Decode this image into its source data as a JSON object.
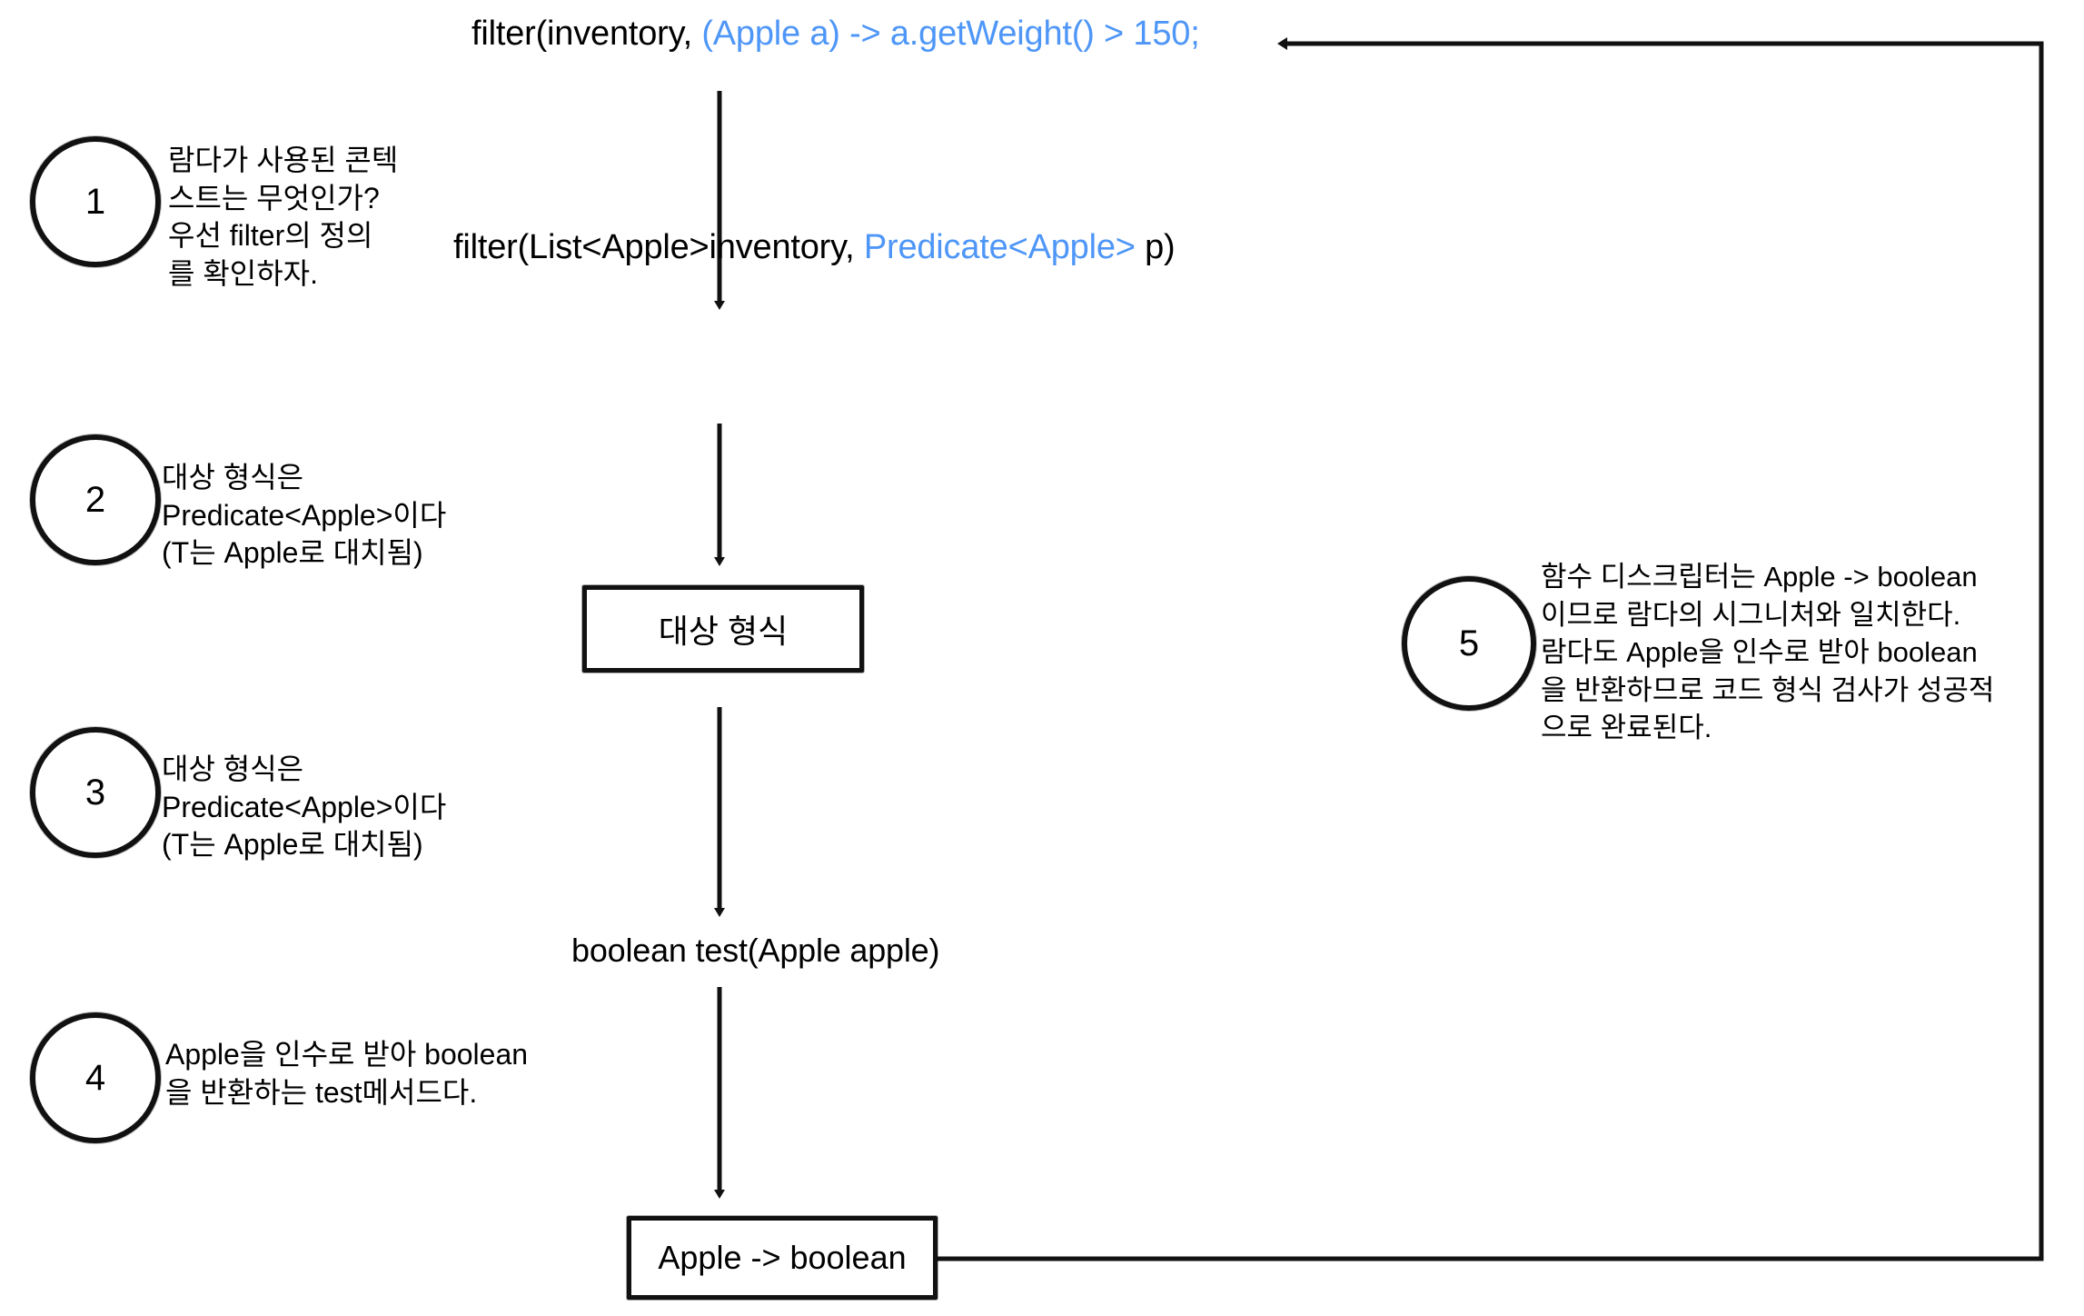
{
  "diagram": {
    "title": "Lambda target type resolution flow",
    "accent_blue": "#4E96F7",
    "ink": "#111111",
    "background": "#ffffff"
  },
  "flow": {
    "step1": {
      "prefix": "filter(inventory, ",
      "lambda": "(Apple a) -> a.getWeight() > 150;"
    },
    "step2": {
      "prefix": "filter(List<Apple>inventory, ",
      "type": "Predicate<Apple>",
      "suffix": " p)"
    },
    "box_target_type": "대상 형식",
    "step3": "boolean test(Apple apple)",
    "box_descriptor": "Apple -> boolean"
  },
  "notes": [
    {
      "number": "1",
      "text": "람다가 사용된 콘텍\n스트는 무엇인가?\n우선 filter의 정의\n를 확인하자."
    },
    {
      "number": "2",
      "text": "대상 형식은\nPredicate<Apple>이다\n(T는 Apple로 대치됨)"
    },
    {
      "number": "3",
      "text": "대상 형식은\nPredicate<Apple>이다\n(T는 Apple로 대치됨)"
    },
    {
      "number": "4",
      "text": "Apple을 인수로 받아 boolean\n을 반환하는 test메서드다."
    },
    {
      "number": "5",
      "text": "함수 디스크립터는 Apple -> boolean\n이므로 람다의 시그니처와 일치한다.\n람다도 Apple을 인수로 받아 boolean\n을 반환하므로 코드 형식 검사가 성공적\n으로 완료된다."
    }
  ]
}
